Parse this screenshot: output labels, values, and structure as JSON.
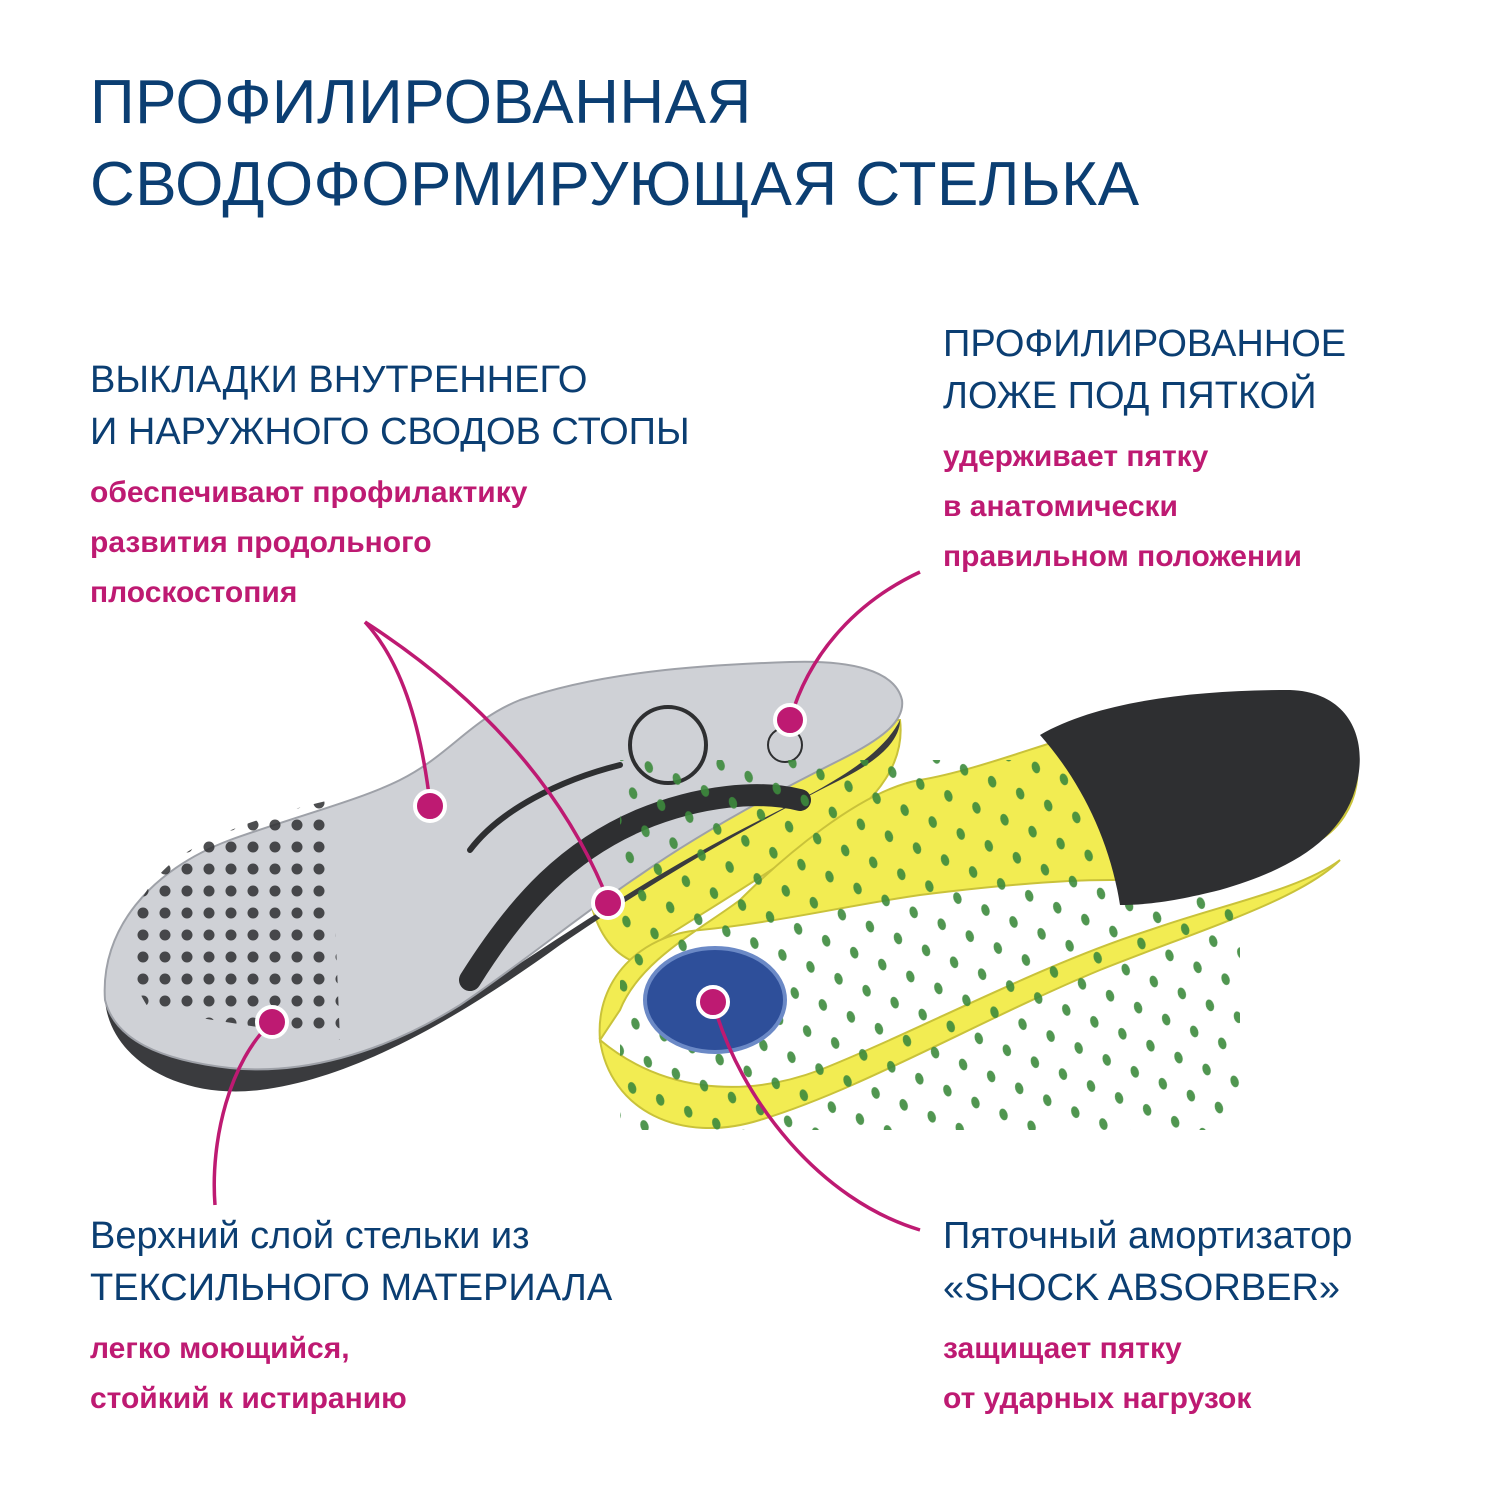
{
  "title": {
    "line1": "ПРОФИЛИРОВАННАЯ",
    "line2": "СВОДОФОРМИРУЮЩАЯ СТЕЛЬКА"
  },
  "callouts": {
    "arches": {
      "heading": [
        "ВЫКЛАДКИ ВНУТРЕННЕГО",
        "И НАРУЖНОГО СВОДОВ СТОПЫ"
      ],
      "description": [
        "обеспечивают профилактику",
        "развития продольного",
        "плоскостопия"
      ]
    },
    "heel_bed": {
      "heading": [
        "ПРОФИЛИРОВАННОЕ",
        "ЛОЖЕ ПОД ПЯТКОЙ"
      ],
      "description": [
        "удерживает пятку",
        "в анатомически",
        "правильном положении"
      ]
    },
    "top_layer": {
      "heading": [
        "Верхний слой стельки из",
        "ТЕКСИЛЬНОГО МАТЕРИАЛА"
      ],
      "description": [
        "легко моющийся,",
        "стойкий к истиранию"
      ]
    },
    "shock_absorber": {
      "heading": [
        "Пяточный амортизатор",
        "«SHOCK ABSORBER»"
      ],
      "description": [
        "защищает пятку",
        "от ударных нагрузок"
      ]
    }
  },
  "colors": {
    "heading_blue": "#0b3e72",
    "accent_magenta": "#be1a72",
    "insole_yellow": "#f2ec52",
    "insole_gray": "#cfd1d6",
    "insole_black": "#2e2f31",
    "absorber_blue": "#2e4f9a",
    "dot_green": "#3c8a3c"
  }
}
